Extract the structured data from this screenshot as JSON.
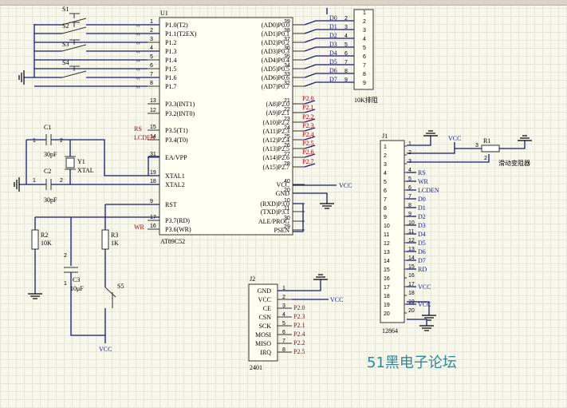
{
  "u1": {
    "ref": "U1",
    "part": "AT89C52",
    "left_pins": [
      {
        "num": "1",
        "name": "P1.0(T2)"
      },
      {
        "num": "2",
        "name": "P1.1(T2EX)"
      },
      {
        "num": "3",
        "name": "P1.2"
      },
      {
        "num": "4",
        "name": "P1.3"
      },
      {
        "num": "5",
        "name": "P1.4"
      },
      {
        "num": "6",
        "name": "P1.5"
      },
      {
        "num": "7",
        "name": "P1.6"
      },
      {
        "num": "8",
        "name": "P1.7"
      },
      {
        "num": "13",
        "name": "P3.3(INT1)"
      },
      {
        "num": "12",
        "name": "P3.2(INT0)"
      },
      {
        "num": "15",
        "name": "P3.5(T1)"
      },
      {
        "num": "14",
        "name": "P3.4(T0)"
      },
      {
        "num": "31",
        "name": "EA/VPP"
      },
      {
        "num": "19",
        "name": "XTAL1"
      },
      {
        "num": "18",
        "name": "XTAL2"
      },
      {
        "num": "9",
        "name": "RST"
      },
      {
        "num": "17",
        "name": "P3.7(RD)"
      },
      {
        "num": "16",
        "name": "P3.6(WR)"
      }
    ],
    "right_pins": [
      {
        "num": "39",
        "name": "(AD0)P0.0"
      },
      {
        "num": "38",
        "name": "(AD1)P0.1"
      },
      {
        "num": "37",
        "name": "(AD2)P0.2"
      },
      {
        "num": "36",
        "name": "(AD3)P0.3"
      },
      {
        "num": "35",
        "name": "(AD4)P0.4"
      },
      {
        "num": "34",
        "name": "(AD5)P0.5"
      },
      {
        "num": "33",
        "name": "(AD6)P0.6"
      },
      {
        "num": "32",
        "name": "(AD7)P0.7"
      },
      {
        "num": "21",
        "name": "(A8)P2.0",
        "net": "P2.0"
      },
      {
        "num": "22",
        "name": "(A9)P2.1",
        "net": "P2.1"
      },
      {
        "num": "23",
        "name": "(A10)P2.2",
        "net": "P2.2"
      },
      {
        "num": "24",
        "name": "(A11)P2.3",
        "net": "P2.3"
      },
      {
        "num": "25",
        "name": "(A12)P2.4",
        "net": "P2.4"
      },
      {
        "num": "26",
        "name": "(A13)P2.5",
        "net": "P2.5"
      },
      {
        "num": "27",
        "name": "(A14)P2.6",
        "net": "P2.6"
      },
      {
        "num": "28",
        "name": "(A15)P2.7",
        "net": "P2.7"
      },
      {
        "num": "40",
        "name": "VCC"
      },
      {
        "num": "20",
        "name": "GND"
      },
      {
        "num": "10",
        "name": "(RXD)P3.0"
      },
      {
        "num": "11",
        "name": "(TXD)P3.1"
      },
      {
        "num": "30",
        "name": "ALE/PROG"
      },
      {
        "num": "29",
        "name": "PSEN"
      }
    ],
    "rs_label": "RS",
    "lcden_label": "LCDEN",
    "wr_label": "WR",
    "vcc_label": "VCC"
  },
  "switches": [
    "S1",
    "S2",
    "S3",
    "S4"
  ],
  "s5": "S5",
  "crystal": {
    "c1": "C1",
    "c1_val": "30pF",
    "c2": "C2",
    "c2_val": "30pF",
    "y1": "Y1",
    "y1_val": "XTAL"
  },
  "reset": {
    "r2": "R2",
    "r2_val": "10K",
    "r3": "R3",
    "r3_val": "1K",
    "c3": "C3",
    "c3_val": "10μF",
    "vcc": "VCC",
    "c3_pin1": "1",
    "c3_pin2": "2"
  },
  "pin_num_2": "2",
  "rpack": {
    "label": "10K排阻",
    "nets": [
      "D0",
      "D1",
      "D2",
      "D3",
      "D4",
      "D5",
      "D6",
      "D7"
    ],
    "left_nums": [
      "2",
      "3",
      "4",
      "5",
      "6",
      "7",
      "8",
      "9"
    ],
    "right_nums": [
      "1",
      "2",
      "3",
      "4",
      "5",
      "6",
      "7",
      "8",
      "9"
    ]
  },
  "j1": {
    "ref": "J1",
    "part": "12864",
    "nums": [
      "1",
      "2",
      "3",
      "4",
      "5",
      "6",
      "7",
      "8",
      "9",
      "10",
      "11",
      "12",
      "13",
      "14",
      "15",
      "16",
      "17",
      "18",
      "19",
      "20"
    ],
    "nets": [
      "",
      "",
      "",
      "RS",
      "WR",
      "LCDEN",
      "D0",
      "D1",
      "D2",
      "D3",
      "D4",
      "D5",
      "D6",
      "D7",
      "RD",
      "",
      "VCC",
      "",
      "VCC",
      ""
    ],
    "vcc_top": "VCC",
    "r1": "R1",
    "r1_pin3": "3",
    "r1_pin2": "2",
    "r1_label": "滑动变阻器"
  },
  "j2": {
    "ref": "J2",
    "part": "2401",
    "pins": [
      {
        "num": "1",
        "name": "GND",
        "net": ""
      },
      {
        "num": "2",
        "name": "VCC",
        "net": "VCC"
      },
      {
        "num": "3",
        "name": "CE",
        "net": "P2.0"
      },
      {
        "num": "4",
        "name": "CSN",
        "net": "P2.3"
      },
      {
        "num": "5",
        "name": "SCK",
        "net": "P2.1"
      },
      {
        "num": "6",
        "name": "MOSI",
        "net": "P2.4"
      },
      {
        "num": "7",
        "name": "MISO",
        "net": "P2.2"
      },
      {
        "num": "8",
        "name": "IRQ",
        "net": "P2.5"
      }
    ]
  },
  "watermark": "51黑电子论坛",
  "colors": {
    "wire": "#1a1a7a",
    "net_label": "#c00000",
    "watermark": "#2a8a9a",
    "grid": "#e6e6d6"
  }
}
